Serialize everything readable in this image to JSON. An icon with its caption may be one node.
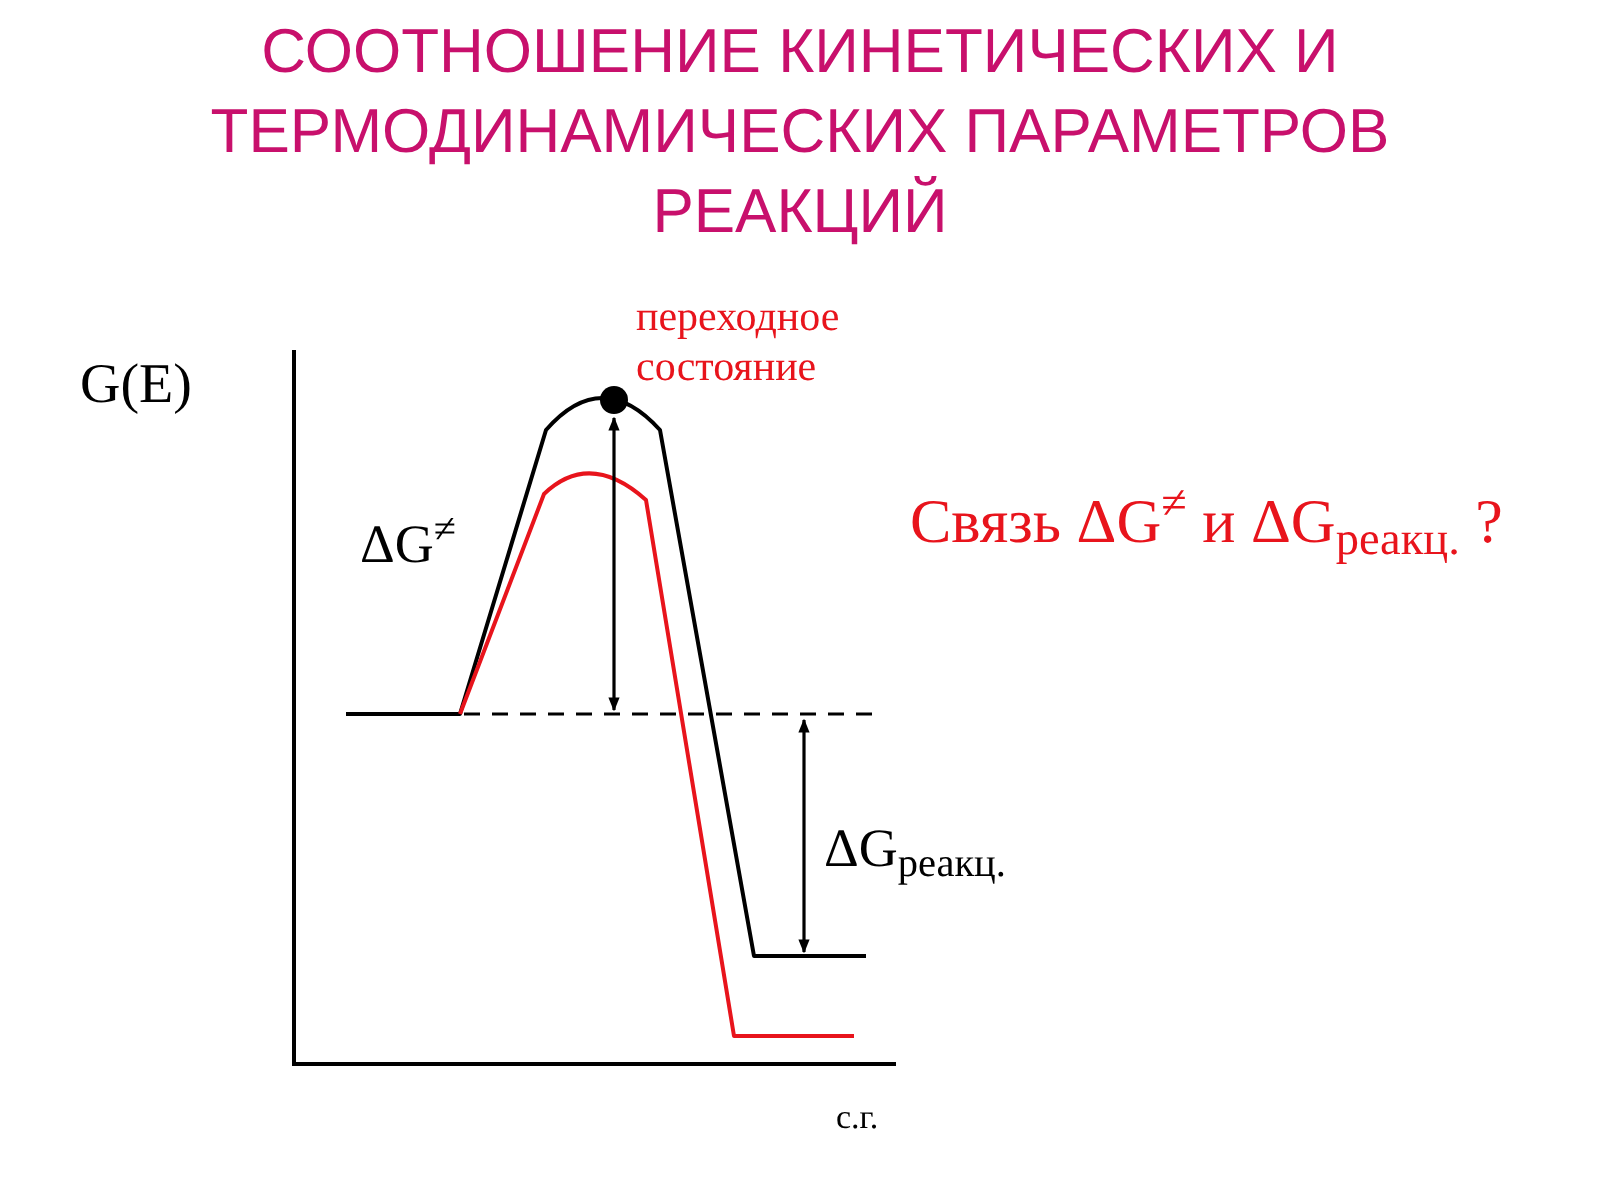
{
  "diagram": {
    "title": "СООТНОШЕНИЕ КИНЕТИЧЕСКИХ И ТЕРМОДИНАМИЧЕСКИХ ПАРАМЕТРОВ РЕАКЦИЙ",
    "labels": [
      "G(E)",
      "переходное состояние",
      "ΔG$^{≠}$",
      "ΔG$_{реакц.}$",
      "с.г.",
      "Связь ΔG$^{≠}$ и ΔG$_{реакц.}$ ?"
    ]
  }
}
